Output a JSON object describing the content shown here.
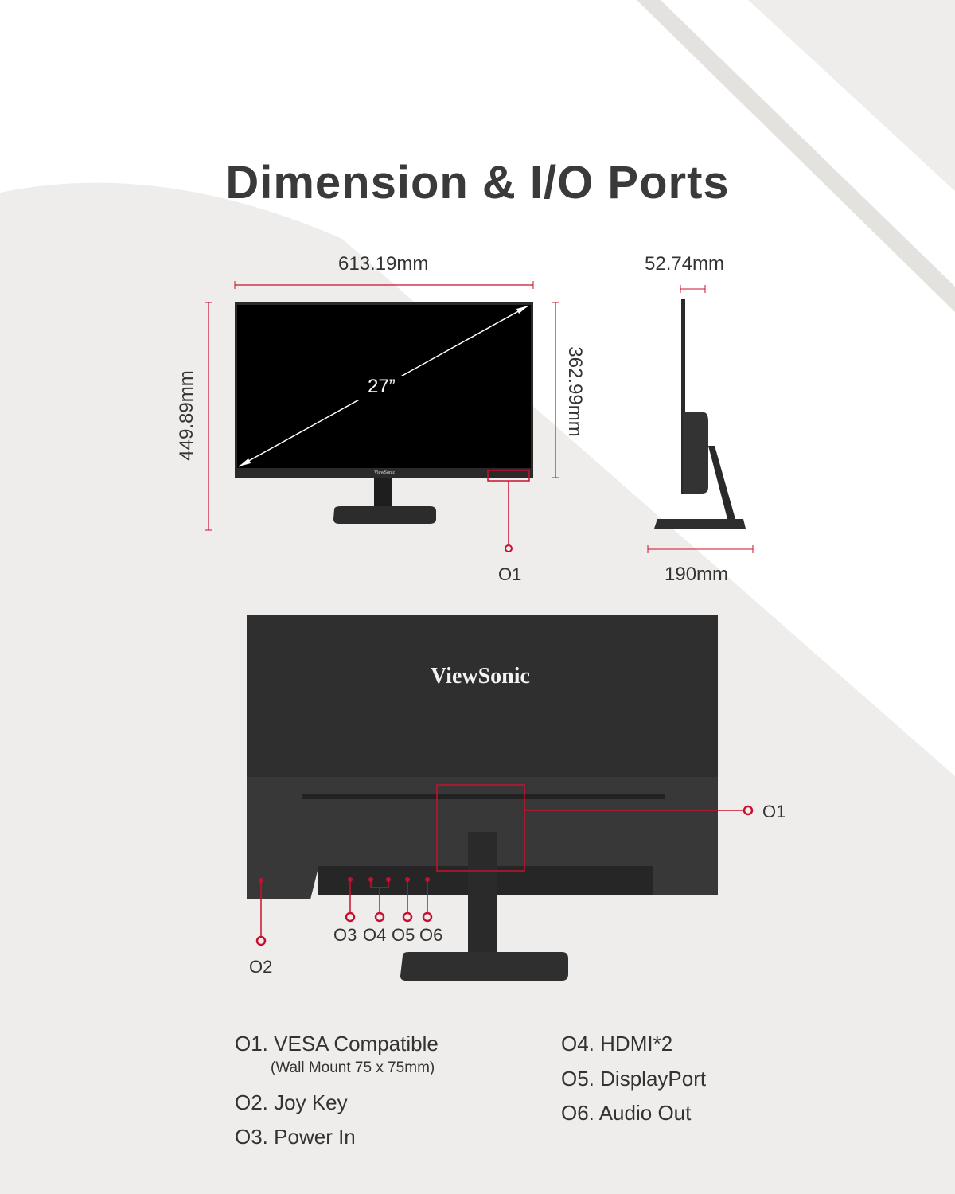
{
  "title": "Dimension & I/O Ports",
  "colors": {
    "accent": "#c8102e",
    "background": "#efedeb",
    "monitor": "#2e2e2e"
  },
  "dimensions": {
    "width": "613.19mm",
    "height_with_stand": "449.89mm",
    "panel_height": "362.99mm",
    "depth_panel": "52.74mm",
    "depth_stand": "190mm",
    "diagonal": "27”"
  },
  "brand": {
    "logo": "ViewSonic",
    "front_logo": "ViewSonic"
  },
  "callouts": {
    "c01_front": "O1",
    "c01_back": "O1",
    "c02": "O2",
    "c03": "O3",
    "c04": "O4",
    "c05": "O5",
    "c06": "O6"
  },
  "legend": {
    "left": [
      {
        "label": "O1.",
        "text": "VESA Compatible",
        "sub": "(Wall Mount 75 x 75mm)"
      },
      {
        "label": "O2.",
        "text": "Joy Key"
      },
      {
        "label": "O3.",
        "text": "Power In"
      }
    ],
    "right": [
      {
        "label": "O4.",
        "text": "HDMI*2"
      },
      {
        "label": "O5.",
        "text": "DisplayPort"
      },
      {
        "label": "O6.",
        "text": "Audio Out"
      }
    ]
  }
}
